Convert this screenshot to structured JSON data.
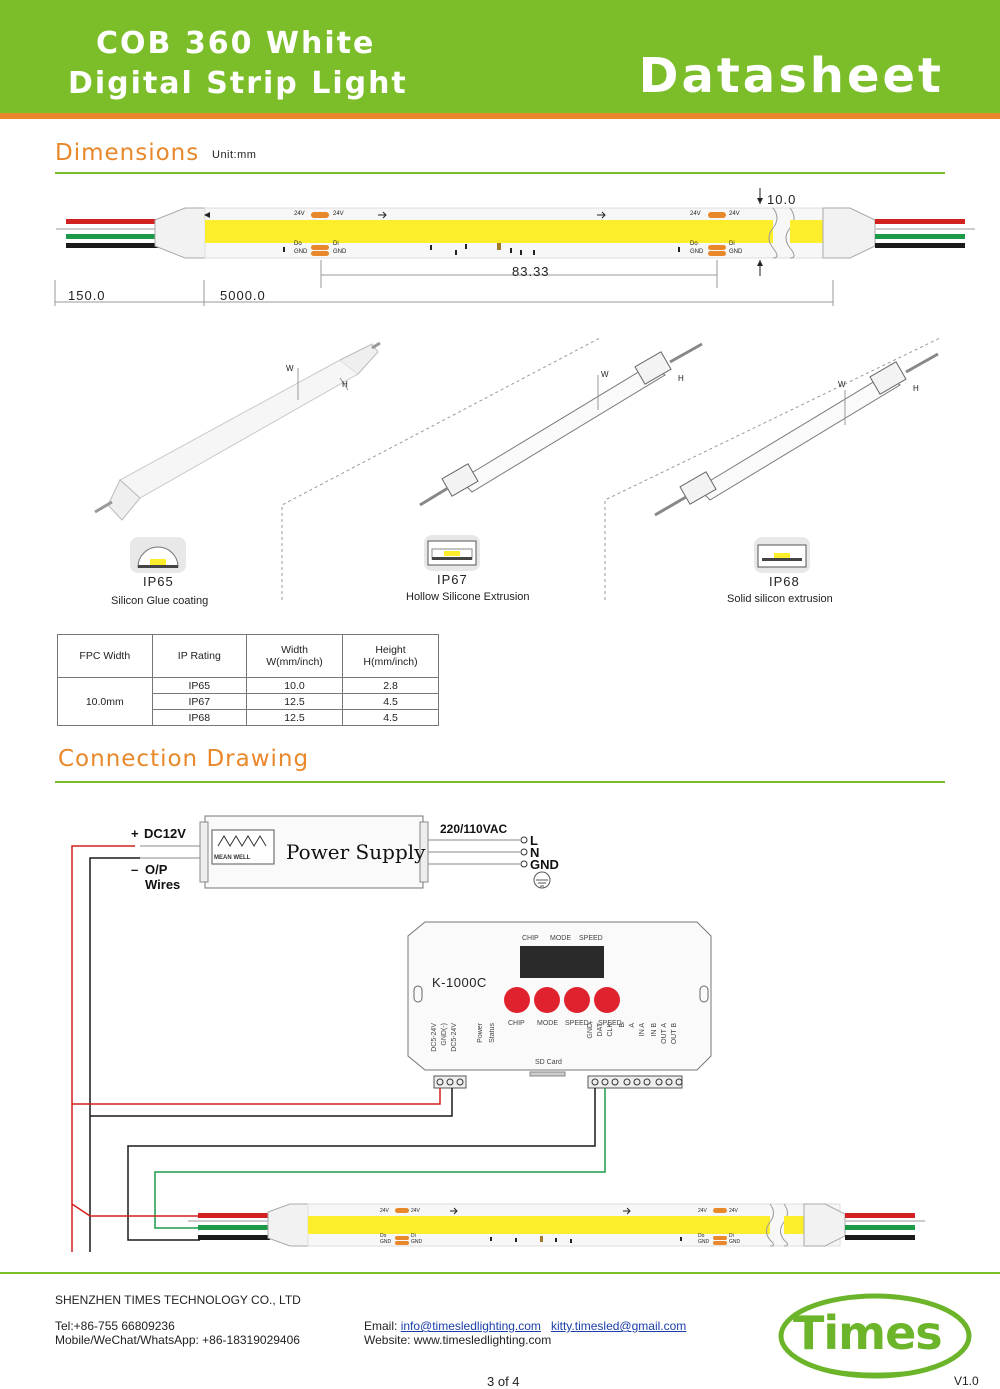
{
  "header": {
    "title_line1": "COB 360 White",
    "title_line2": "Digital Strip Light",
    "doc_type": "Datasheet"
  },
  "dimensions": {
    "title": "Dimensions",
    "unit": "Unit:mm",
    "strip_labels": {
      "v24": "24V",
      "do": "Do",
      "di": "Di",
      "gnd": "GND"
    },
    "dim_height": "10.0",
    "dim_cut": "83.33",
    "dim_lead": "150.0",
    "dim_length": "5000.0",
    "w_label": "W",
    "h_label": "H"
  },
  "variants": [
    {
      "ip": "IP65",
      "caption": "Silicon Glue coating"
    },
    {
      "ip": "IP67",
      "caption": "Hollow Silicone Extrusion"
    },
    {
      "ip": "IP68",
      "caption": "Solid silicon extrusion"
    }
  ],
  "spec_table": {
    "headers": {
      "fpc": "FPC Width",
      "ip": "IP Rating",
      "width_1": "Width",
      "width_2": "W(mm/inch)",
      "height_1": "Height",
      "height_2": "H(mm/inch)"
    },
    "fpc_value": "10.0mm",
    "rows": [
      {
        "ip": "IP65",
        "w": "10.0",
        "h": "2.8"
      },
      {
        "ip": "IP67",
        "w": "12.5",
        "h": "4.5"
      },
      {
        "ip": "IP68",
        "w": "12.5",
        "h": "4.5"
      }
    ]
  },
  "connection": {
    "title": "Connection Drawing",
    "plus": "+",
    "minus": "–",
    "dc": "DC12V",
    "op": "O/P",
    "wires": "Wires",
    "psu_label": "Power Supply",
    "psu_brand": "MEAN WELL",
    "ac": "220/110VAC",
    "l": "L",
    "n": "N",
    "gnd": "GND",
    "controller": {
      "model": "K-1000C",
      "top_labels": [
        "CHIP",
        "MODE",
        "SPEED"
      ],
      "button_labels": [
        "CHIP",
        "MODE",
        "SPEED+",
        "SPEED-"
      ],
      "left_pins": [
        "DC5-24V",
        "GND(-)",
        "DC5-24V"
      ],
      "status_pins": [
        "Power",
        "Status"
      ],
      "sd": "SD Card",
      "right_pins": [
        "GND",
        "DAT",
        "CLK",
        "B",
        "A",
        "IN A",
        "IN B",
        "OUT A",
        "OUT B"
      ]
    }
  },
  "footer": {
    "company": "SHENZHEN TIMES TECHNOLOGY CO., LTD",
    "tel": "Tel:+86-755 66809236",
    "mobile": "Mobile/WeChat/WhatsApp: +86-18319029406",
    "email_label": "Email:",
    "email1": "info@timesledlighting.com",
    "email2": "kitty.timesled@gmail.com",
    "website": "Website: www.timesledlighting.com",
    "page": "3 of 4",
    "version": "V1.0",
    "logo_text": "Times"
  },
  "colors": {
    "green": "#7cbd2a",
    "orange": "#e8882a",
    "strip_yellow": "#fdee2b",
    "wire_red": "#d32020",
    "wire_green": "#1c9a4a",
    "wire_black": "#1a1a1a",
    "button_red": "#e0222e"
  }
}
